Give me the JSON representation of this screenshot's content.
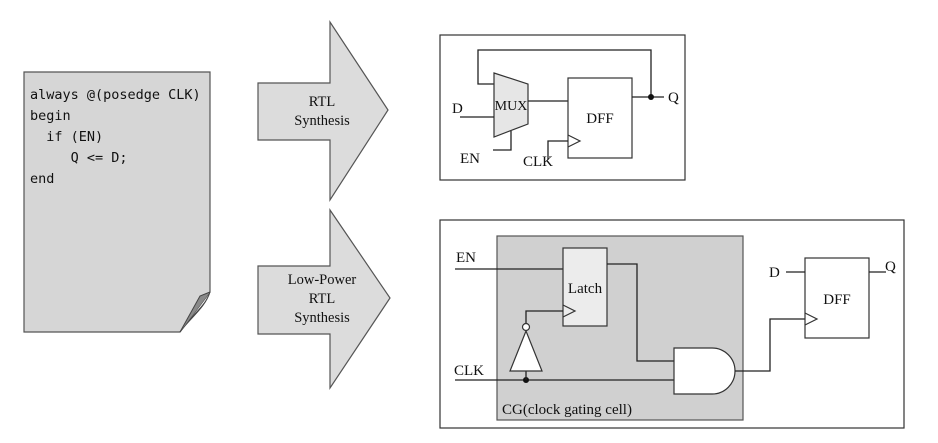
{
  "code": {
    "lines": [
      "always @(posedge CLK)",
      "begin",
      "  if (EN)",
      "     Q <= D;",
      "end"
    ]
  },
  "arrows": {
    "rtl": [
      "RTL",
      "Synthesis"
    ],
    "low_power": [
      "Low-Power",
      "RTL",
      "Synthesis"
    ]
  },
  "mux_circuit": {
    "mux_label": "MUX",
    "dff_label": "DFF",
    "d_label": "D",
    "en_label": "EN",
    "clk_label": "CLK",
    "q_label": "Q"
  },
  "gated_circuit": {
    "en_label": "EN",
    "clk_label": "CLK",
    "latch_label": "Latch",
    "cg_label": "CG(clock gating cell)",
    "d_label": "D",
    "dff_label": "DFF",
    "q_label": "Q"
  },
  "colors": {
    "page_fill": "#d6d6d6",
    "arrow_fill": "#dcdcdc",
    "cg_fill": "#d0d0d0",
    "mux_fill": "#e6e6e6"
  }
}
